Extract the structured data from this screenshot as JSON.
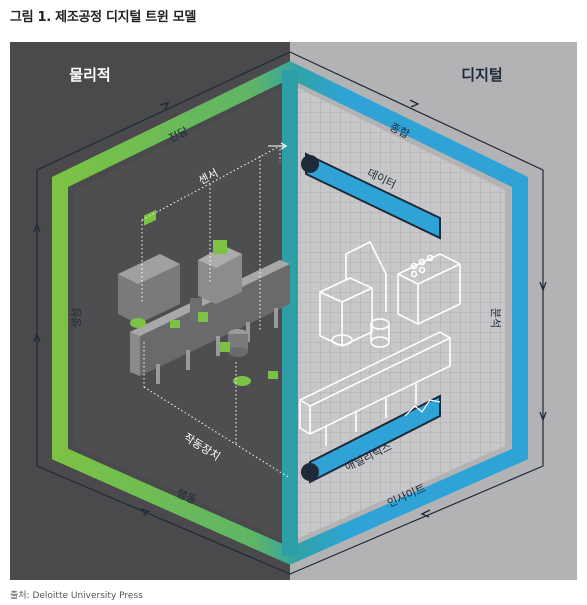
{
  "figure_title": "그림 1. 제조공정 디지털 트윈 모델",
  "source": "출처: Deloitte University Press",
  "sides": {
    "physical": "물리적",
    "digital": "디지털"
  },
  "cycle_steps": {
    "transmit": "전달",
    "integrate": "종합",
    "analyze": "분석",
    "insight": "인사이트",
    "act": "행동",
    "create": "생성"
  },
  "physical_labels": {
    "sensor": "센서",
    "actuator": "작동장치"
  },
  "digital_labels": {
    "data": "데이터",
    "analytics": "애널리틱스"
  },
  "colors": {
    "physical_bg": "#4a4a4c",
    "digital_bg": "#b3b3b5",
    "green": "#7cc243",
    "blue": "#2fa3d6",
    "dark_navy": "#1d2a3a"
  }
}
